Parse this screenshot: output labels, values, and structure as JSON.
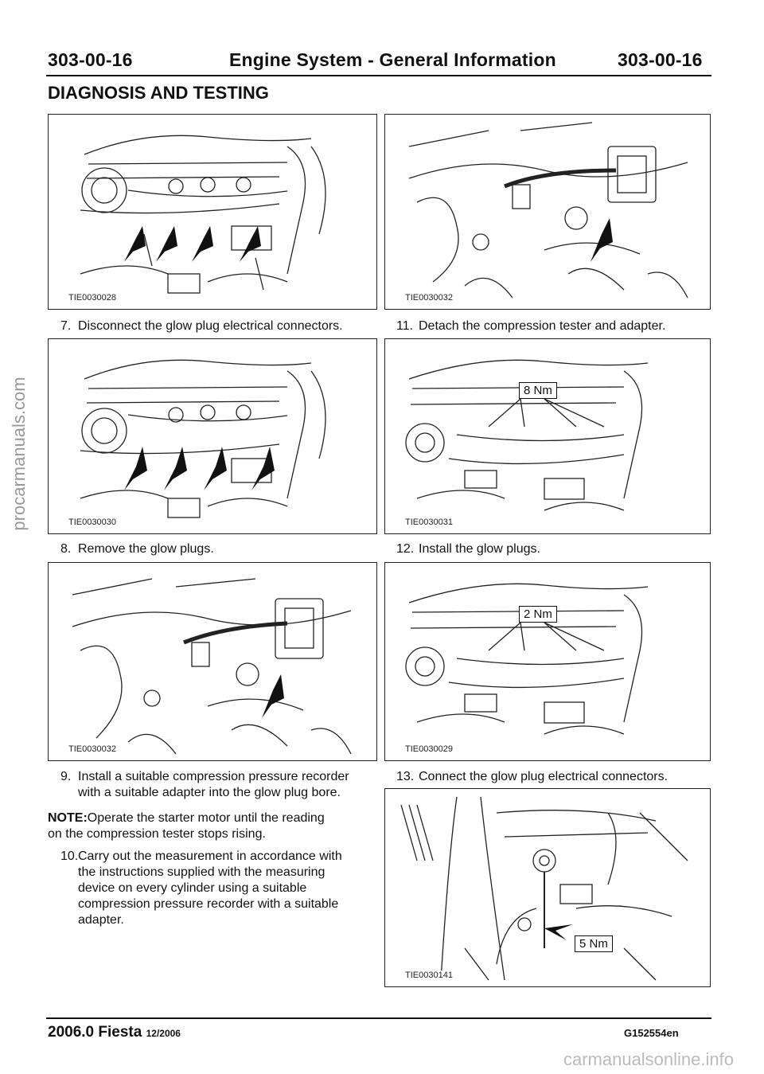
{
  "header": {
    "left": "303-00-16",
    "center": "Engine System - General Information",
    "right": "303-00-16"
  },
  "section": "DIAGNOSIS AND TESTING",
  "figures": [
    {
      "id": "TIE0030028"
    },
    {
      "id": "TIE0030032"
    },
    {
      "id": "TIE0030030"
    },
    {
      "id": "TIE0030031",
      "torque": "8 Nm"
    },
    {
      "id": "TIE0030032"
    },
    {
      "id": "TIE0030029",
      "torque": "2 Nm"
    },
    {
      "id": "TIE0030141",
      "torque": "5 Nm"
    }
  ],
  "steps": [
    {
      "num": "7.",
      "text": "Disconnect the glow plug electrical connectors."
    },
    {
      "num": "11.",
      "text": "Detach the compression tester and adapter."
    },
    {
      "num": "8.",
      "text": "Remove the glow plugs."
    },
    {
      "num": "12.",
      "text": "Install the glow plugs."
    },
    {
      "num": "9.",
      "line1": "Install a suitable compression pressure recorder",
      "line2": "with a suitable adapter into the glow plug bore."
    },
    {
      "num": "13.",
      "text": "Connect the glow plug electrical connectors."
    },
    {
      "num": "10.",
      "lines": [
        "Carry out the measurement in accordance with",
        "the instructions supplied with the measuring",
        "device on every cylinder using a suitable",
        "compression pressure recorder with a suitable",
        "adapter."
      ]
    }
  ],
  "note": {
    "label": "NOTE:",
    "line1": "Operate the starter motor until the reading",
    "line2": "on the compression tester stops rising."
  },
  "footer": {
    "model": "2006.0 Fiesta",
    "date": "12/2006",
    "code": "G152554en"
  },
  "watermark": "procarmanuals.com",
  "footer_url": "carmanualsonline.info"
}
